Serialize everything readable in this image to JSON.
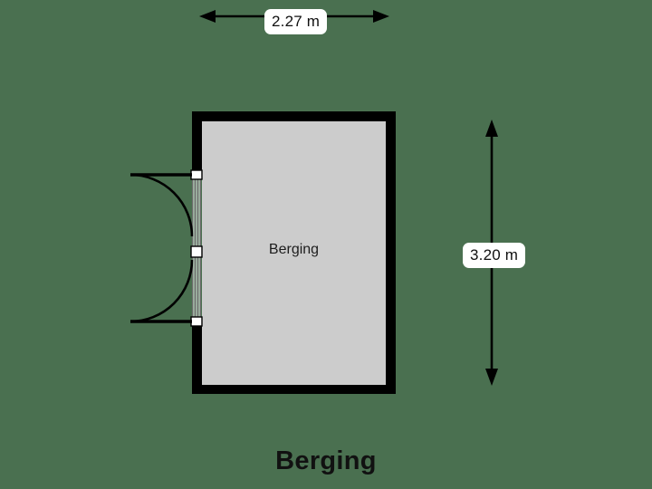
{
  "plan": {
    "title": "Berging",
    "background_color": "#4a7050",
    "room": {
      "name": "Berging",
      "fill_color": "#cccccc",
      "wall_color": "#000000"
    },
    "dimensions": {
      "width": {
        "value": "2.27 m",
        "orientation": "horizontal",
        "position": "top"
      },
      "height": {
        "value": "3.20 m",
        "orientation": "vertical",
        "position": "right"
      }
    },
    "door": {
      "type": "double-door",
      "swing": "outward-left",
      "leaves": 2
    }
  }
}
